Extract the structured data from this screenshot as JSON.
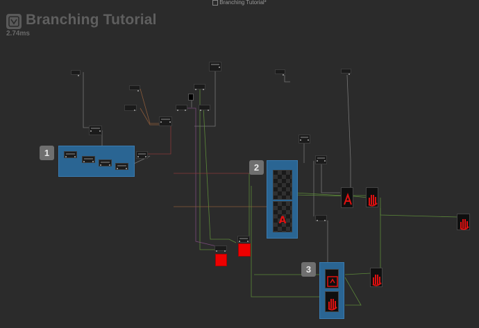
{
  "window": {
    "title": "Branching Tutorial*"
  },
  "graph": {
    "title": "Branching Tutorial",
    "timing": "2.74ms"
  },
  "badges": [
    "1",
    "2",
    "3"
  ],
  "colors": {
    "background": "#2b2b2b",
    "group_fill": "#2a6593",
    "wire_green": "#5d8a3a",
    "wire_red": "#8a3a3a",
    "wire_purple": "#7a4a7a",
    "wire_gray": "#777777",
    "preview_red": "#ee0000"
  },
  "icons": {
    "logo": "substance-graph-icon",
    "lock": "lock-icon"
  }
}
